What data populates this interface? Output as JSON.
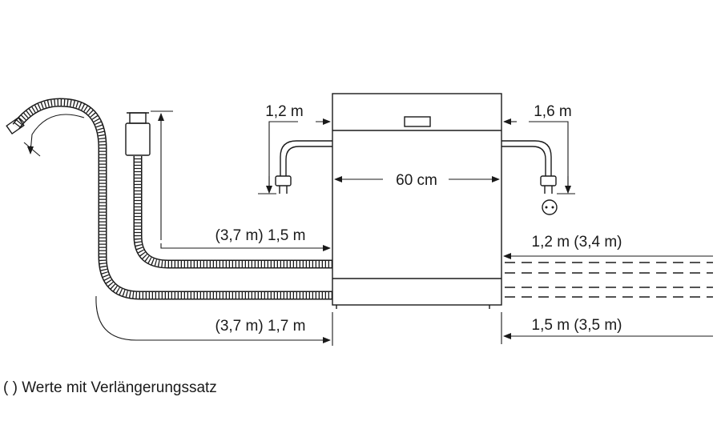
{
  "labels": {
    "cable_left": "1,2 m",
    "cable_right": "1,6 m",
    "width": "60 cm",
    "drain_upper": "(3,7 m) 1,5 m",
    "drain_lower": "(3,7 m) 1,7 m",
    "water_upper": "1,2 m (3,4 m)",
    "water_lower": "1,5 m (3,5 m)"
  },
  "footnote": "( ) Werte mit Verlängerungssatz"
}
